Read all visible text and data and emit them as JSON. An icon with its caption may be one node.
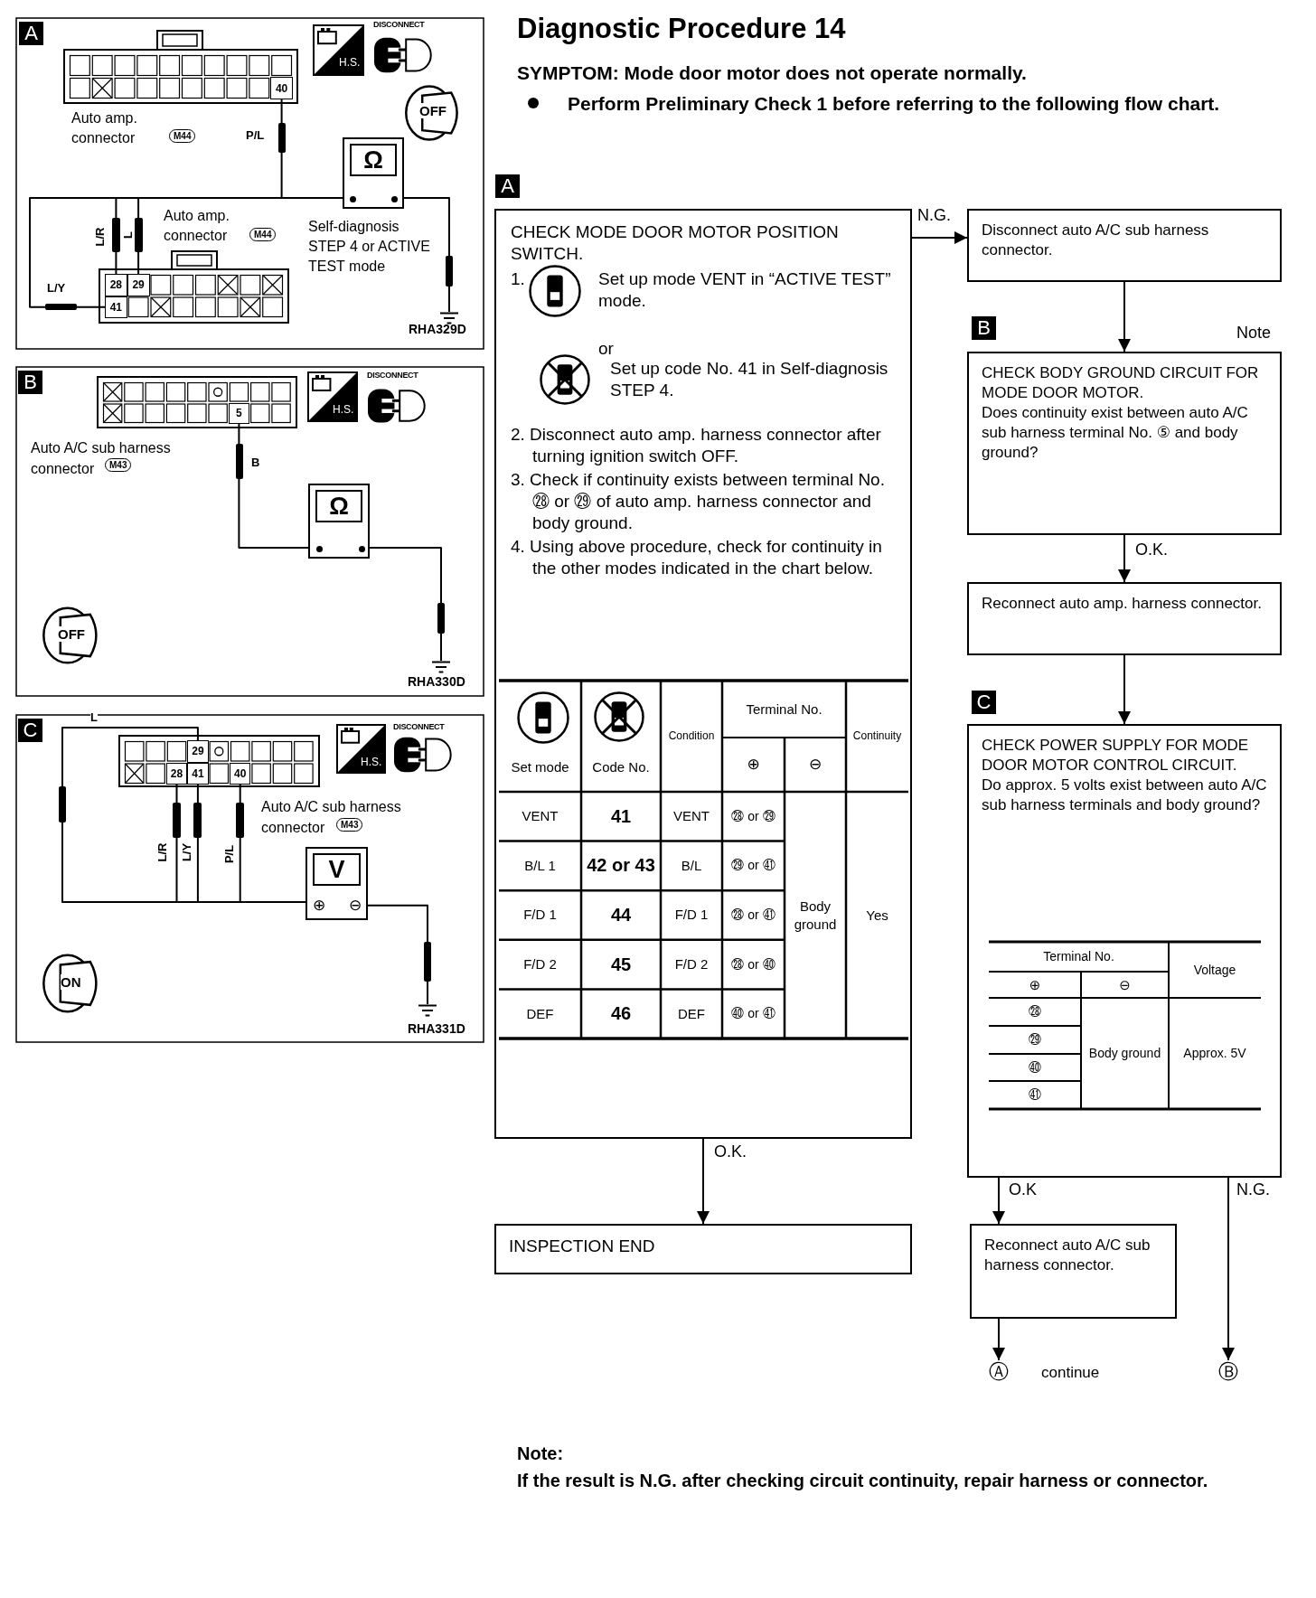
{
  "diagram": {
    "title": "Diagnostic Procedure 14",
    "nodes": [
      {
        "text": [
          "40"
        ]
      },
      {
        "text": [
          "Ω"
        ]
      },
      {
        "text": [
          "28"
        ]
      },
      {
        "text": [
          "29"
        ]
      },
      {
        "text": [
          "41"
        ]
      },
      {
        "text": [],
        "shape": "ground"
      },
      {
        "text": [
          "5"
        ]
      },
      {
        "text": [
          "Ω"
        ]
      },
      {
        "text": [],
        "shape": "ground"
      },
      {
        "text": [
          "29"
        ]
      },
      {
        "text": [
          "28"
        ]
      },
      {
        "text": [
          "41"
        ]
      },
      {
        "text": [
          "40"
        ]
      },
      {
        "text": [
          "V",
          "⊕",
          "⊖"
        ]
      },
      {
        "text": [],
        "shape": "ground"
      },
      {
        "text": [
          "CHECK MODE DOOR MOTOR POSITION SWITCH.",
          "1.",
          "Set up mode VENT in “ACTIVE TEST” mode.",
          "or",
          "Set up code No. 41 in Self-diagnosis STEP 4.",
          "2. Disconnect auto amp. harness connector after turning ignition switch OFF.",
          "3. Check if continuity exists between terminal No. ㉘ or ㉙ of auto amp. harness connector and body ground.",
          "4. Using above procedure, check for continuity in the other modes indicated in the chart below."
        ],
        "beside": [
          "A"
        ]
      },
      {
        "text": [
          "Disconnect auto A/C sub harness connector."
        ]
      },
      {
        "text": [
          "CHECK BODY GROUND CIRCUIT FOR MODE DOOR MOTOR.",
          "Does continuity exist between auto A/C sub harness terminal No. ⑤ and body ground?"
        ],
        "beside": [
          "B",
          "Note"
        ]
      },
      {
        "text": [
          "Reconnect auto amp. harness connector."
        ]
      },
      {
        "text": [
          "CHECK POWER SUPPLY FOR MODE DOOR MOTOR CONTROL CIRCUIT.",
          "Do approx. 5 volts exist between auto A/C sub harness terminals and body ground?"
        ],
        "beside": [
          "C"
        ]
      },
      {
        "text": [
          "INSPECTION END"
        ]
      },
      {
        "text": [
          "Reconnect auto A/C sub harness connector."
        ]
      },
      {
        "text": [
          "Ⓐ"
        ]
      },
      {
        "text": [
          "Ⓑ"
        ]
      }
    ],
    "edges": [
      {
        "from": 0,
        "to": 1,
        "arrow": "none",
        "label": "P/L"
      },
      {
        "from": 2,
        "to": 1,
        "arrow": "none",
        "label": "L/R"
      },
      {
        "from": 3,
        "to": 1,
        "arrow": "none",
        "label": "L"
      },
      {
        "from": 4,
        "to": 1,
        "arrow": "none",
        "label": "L/Y"
      },
      {
        "from": 1,
        "to": 5,
        "arrow": "none"
      },
      {
        "from": 6,
        "to": 7,
        "arrow": "none",
        "label": "B"
      },
      {
        "from": 7,
        "to": 8,
        "arrow": "none"
      },
      {
        "from": 9,
        "to": 13,
        "arrow": "none",
        "label": "L"
      },
      {
        "from": 10,
        "to": 13,
        "arrow": "none",
        "label": "L/R"
      },
      {
        "from": 11,
        "to": 13,
        "arrow": "none",
        "label": "L/Y"
      },
      {
        "from": 12,
        "to": 13,
        "arrow": "none",
        "label": "P/L"
      },
      {
        "from": 13,
        "to": 14,
        "arrow": "none"
      },
      {
        "from": 15,
        "to": 16,
        "arrow": "to",
        "label": "N.G."
      },
      {
        "from": 16,
        "to": 17,
        "arrow": "to"
      },
      {
        "from": 17,
        "to": 18,
        "arrow": "to",
        "label": "O.K."
      },
      {
        "from": 18,
        "to": 19,
        "arrow": "to"
      },
      {
        "from": 15,
        "to": 20,
        "arrow": "to",
        "label": "O.K."
      },
      {
        "from": 19,
        "to": 21,
        "arrow": "to",
        "label": "O.K"
      },
      {
        "from": 19,
        "to": 23,
        "arrow": "to",
        "label": "N.G."
      },
      {
        "from": 21,
        "to": 22,
        "arrow": "to"
      }
    ],
    "labels": [
      "A",
      "DISCONNECT",
      "H.S.",
      "OFF",
      "Auto amp. connector",
      "M44",
      "Auto amp. connector",
      "M44",
      "Self-diagnosis STEP 4 or ACTIVE TEST mode",
      "RHA329D",
      "B",
      "DISCONNECT",
      "H.S.",
      "Auto A/C sub harness connector",
      "M43",
      "OFF",
      "RHA330D",
      "C",
      "DISCONNECT",
      "H.S.",
      "Auto A/C sub harness connector",
      "M43",
      "ON",
      "RHA331D",
      "SYMPTOM: Mode door motor does not operate normally.",
      "Perform Preliminary Check 1 before referring to the following flow chart.",
      "Set mode",
      "Code No.",
      "Condition",
      "Terminal No.",
      "Continuity",
      "⊕",
      "⊖",
      "VENT",
      "41",
      "VENT",
      "㉘ or ㉙",
      "Body ground",
      "Yes",
      "B/L 1",
      "42 or 43",
      "B/L",
      "㉙ or ㊶",
      "F/D 1",
      "44",
      "F/D 1",
      "㉘ or ㊶",
      "F/D 2",
      "45",
      "F/D 2",
      "㉘ or ㊵",
      "DEF",
      "46",
      "DEF",
      "㊵ or ㊶",
      "Terminal No.",
      "Voltage",
      "⊕",
      "⊖",
      "㉘",
      "Body ground",
      "Approx. 5V",
      "㉙",
      "㊵",
      "㊶",
      "continue",
      "Note:",
      "If the result is N.G. after checking circuit continuity, repair harness or connector."
    ]
  }
}
